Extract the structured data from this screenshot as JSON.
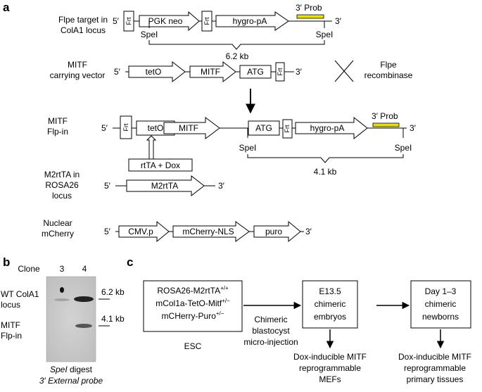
{
  "panels": {
    "a": "a",
    "b": "b",
    "c": "c"
  },
  "colors": {
    "probe": "#e8e000",
    "line": "#000000",
    "blot": "#c9c9c9"
  },
  "a": {
    "prime5": "5′",
    "prime3": "3′",
    "row1": {
      "label1": "Flpe target in",
      "label2": "ColA1 locus",
      "frt1": "Frt",
      "pgkneo": "PGK neo",
      "frt2": "Frt",
      "hygro": "hygro-pA",
      "probe": "3′  Prob",
      "spe1": "SpeI",
      "spe2": "SpeI"
    },
    "size62": "6.2 kb",
    "row2": {
      "label1": "MITF",
      "label2": "carrying vector",
      "teto": "tetO",
      "mitf": "MITF",
      "atg": "ATG",
      "frt": "Frt"
    },
    "flpe1": "Flpe",
    "flpe2": "recombinase",
    "row3": {
      "label1": "MITF",
      "label2": "Flp-in",
      "frt1": "Frt",
      "teto": "tetO",
      "mitf": "MITF",
      "atg": "ATG",
      "frt2": "Frt",
      "hygro": "hygro-pA",
      "probe": "3′ Prob",
      "spe1": "SpeI",
      "spe2": "SpeI"
    },
    "rtta": "rtTA + Dox",
    "size41": "4.1 kb",
    "row4": {
      "label1": "M2rtTA in",
      "label2": "ROSA26",
      "label3": "locus",
      "m2": "M2rtTA"
    },
    "row5": {
      "label1": "Nuclear",
      "label2": "mCherry",
      "cmv": "CMV.p",
      "mcherry": "mCherry-NLS",
      "puro": "puro"
    }
  },
  "b": {
    "clone": "Clone",
    "lane3": "3",
    "lane4": "4",
    "wt1": "WT ColA1",
    "wt2": "locus",
    "mitf1": "MITF",
    "mitf2": "Flp-in",
    "kb62": "6.2 kb",
    "kb41": "4.1 kb",
    "cap1_italic": "SpeI",
    "cap1_rest": " digest",
    "cap2": "3′ External probe"
  },
  "c": {
    "esc_line1": "ROSA26-M2rtTA",
    "esc_sup1": "+/+",
    "esc_line2": "mCol1a-TetO-Mitf",
    "esc_sup2": "+/−",
    "esc_line3": "mCHerry-Puro",
    "esc_sup3": "+/−",
    "esc": "ESC",
    "inj1": "Chimeric",
    "inj2": "blastocyst",
    "inj3": "micro-injection",
    "e135_1": "E13.5",
    "e135_2": "chimeric",
    "e135_3": "embryos",
    "day_1": "Day 1–3",
    "day_2": "chimeric",
    "day_3": "newborns",
    "mef1": "Dox-inducible MITF",
    "mef2": "reprogrammable",
    "mef3": "MEFs",
    "pt1": "Dox-inducible MITF",
    "pt2": "reprogrammable",
    "pt3": "primary tissues"
  }
}
